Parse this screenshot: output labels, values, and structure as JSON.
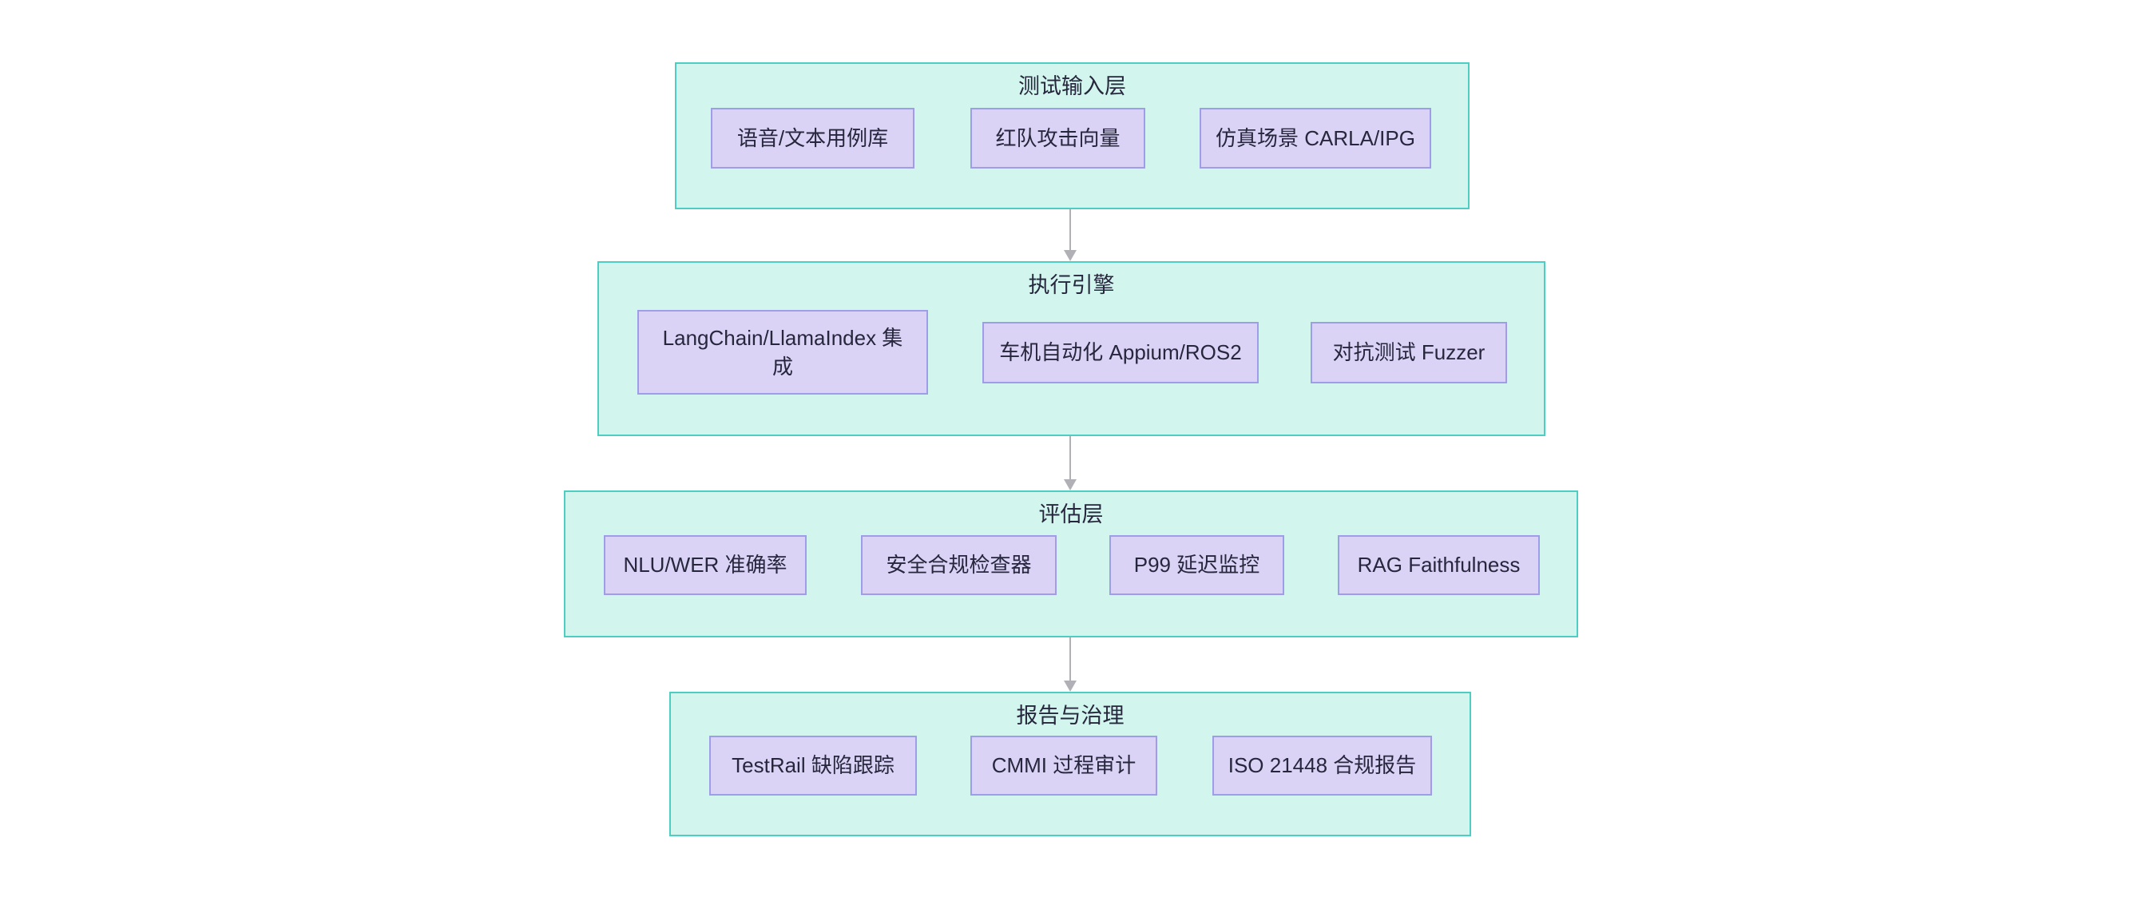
{
  "colors": {
    "subgraph_fill": "#d2f5ee",
    "subgraph_border": "#4ecdc2",
    "node_fill": "#dbd3f6",
    "node_border": "#a09de8",
    "edge_color": "#b0b0b6",
    "text_color": "#26263c",
    "page_bg": "#ffffff"
  },
  "layers": [
    {
      "title": "测试输入层",
      "nodes": [
        {
          "label": "语音/文本用例库"
        },
        {
          "label": "红队攻击向量"
        },
        {
          "label": "仿真场景 CARLA/IPG"
        }
      ]
    },
    {
      "title": "执行引擎",
      "nodes": [
        {
          "label": "LangChain/LlamaIndex 集成"
        },
        {
          "label": "车机自动化 Appium/ROS2"
        },
        {
          "label": "对抗测试 Fuzzer"
        }
      ]
    },
    {
      "title": "评估层",
      "nodes": [
        {
          "label": "NLU/WER 准确率"
        },
        {
          "label": "安全合规检查器"
        },
        {
          "label": "P99 延迟监控"
        },
        {
          "label": "RAG Faithfulness"
        }
      ]
    },
    {
      "title": "报告与治理",
      "nodes": [
        {
          "label": "TestRail 缺陷跟踪"
        },
        {
          "label": "CMMI 过程审计"
        },
        {
          "label": "ISO 21448 合规报告"
        }
      ]
    }
  ],
  "edges": [
    {
      "from": "测试输入层",
      "to": "执行引擎"
    },
    {
      "from": "执行引擎",
      "to": "评估层"
    },
    {
      "from": "评估层",
      "to": "报告与治理"
    }
  ]
}
